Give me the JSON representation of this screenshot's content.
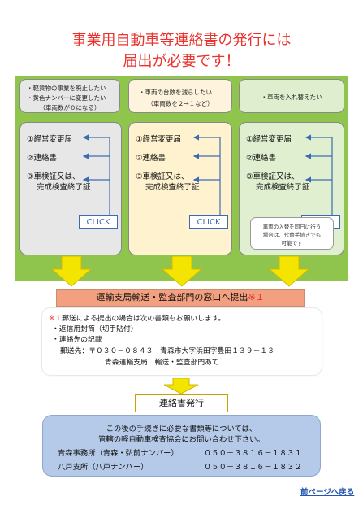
{
  "title": {
    "line1": "事業用自動車等連絡書の発行には",
    "line2": "届出が必要です！"
  },
  "conditions": [
    {
      "lines": [
        "・軽貨物の事業を廃止したい",
        "・黄色ナンバーに変更したい",
        "（車両数が０になる）"
      ]
    },
    {
      "lines": [
        "・車両の台数を減らしたい",
        "（車両数を２→１など）"
      ]
    },
    {
      "lines": [
        "・車両を入れ替えたい"
      ]
    }
  ],
  "columns": [
    {
      "items": [
        "①経営変更届",
        "②連絡書",
        "③車検証又は、",
        "完成検査終了証"
      ],
      "click": "CLICK"
    },
    {
      "items": [
        "①経営変更届",
        "②連絡書",
        "③車検証又は、",
        "完成検査終了証"
      ],
      "click": "CLICK"
    },
    {
      "items": [
        "①経営変更届",
        "②連絡書",
        "③車検証又は、",
        "完成検査終了証"
      ],
      "click": "CLICK"
    }
  ],
  "column3_note": [
    "車両の入替を同日に行う",
    "場合は、代替手続きでも",
    "可能です"
  ],
  "submit": {
    "text": "運輸支局輸送・監査部門の窓口へ提出",
    "mark": "※１"
  },
  "mail": {
    "mark": "※１",
    "intro": "郵送による提出の場合は次の書類もお願いします。",
    "item1": "・返信用封筒（切手貼付）",
    "item2": "・連絡先の記載",
    "address": "郵送先：〒０３０－０８４３　青森市大字浜田字豊田１３９－１３",
    "dept": "青森運輸支局　輸送・監査部門あて"
  },
  "issue": "連絡書発行",
  "contact": {
    "line1": "この後の手続きに必要な書類等については、",
    "line2": "管轄の軽自動車検査協会にお問い合わせ下さい。",
    "offices": [
      {
        "name": "青森事務所（青森・弘前ナンバー）",
        "phone": "０５０－３８１６－１８３１"
      },
      {
        "name": "八戸支所（八戸ナンバー）",
        "phone": "０５０－３８１６－１８３２"
      }
    ]
  },
  "back_link": "前ページへ戻る",
  "colors": {
    "title": "#e8332e",
    "green_panel": "#8fc54d",
    "arrow_yellow": "#f3e500",
    "orange_bar": "#f2a080",
    "blue_box": "#b5c9e8",
    "click_blue": "#3d6bb3"
  }
}
